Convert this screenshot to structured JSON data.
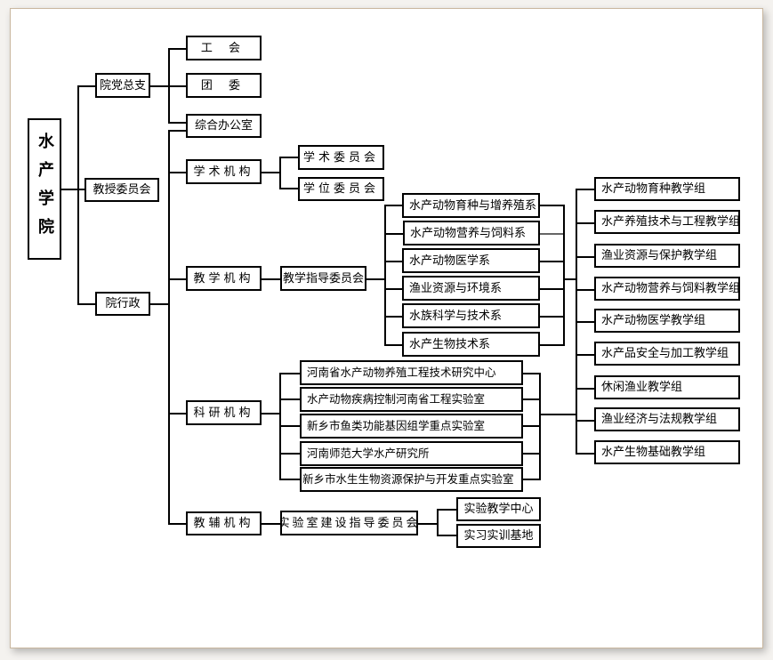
{
  "root": {
    "label": "水产学院"
  },
  "level1": {
    "party": "院党总支",
    "professors": "教授委员会",
    "admin": "院行政"
  },
  "party_children": {
    "union": "工 会",
    "youth": "团 委",
    "office": "综合办公室"
  },
  "admin_children": {
    "academic": "学术机构",
    "teaching": "教学机构",
    "research": "科研机构",
    "support": "教辅机构"
  },
  "academic_children": {
    "academic_committee": "学术委员会",
    "degree_committee": "学位委员会"
  },
  "teaching_committee": "教学指导委员会",
  "departments": [
    "水产动物育种与增养殖系",
    "水产动物营养与饲料系",
    "水产动物医学系",
    "渔业资源与环境系",
    "水族科学与技术系",
    "水产生物技术系"
  ],
  "research_units": [
    "河南省水产动物养殖工程技术研究中心",
    "水产动物疾病控制河南省工程实验室",
    "新乡市鱼类功能基因组学重点实验室",
    "河南师范大学水产研究所",
    "新乡市水生生物资源保护与开发重点实验室"
  ],
  "teaching_groups": [
    "水产动物育种教学组",
    "水产养殖技术与工程教学组",
    "渔业资源与保护教学组",
    "水产动物营养与饲料教学组",
    "水产动物医学教学组",
    "水产品安全与加工教学组",
    "休闲渔业教学组",
    "渔业经济与法规教学组",
    "水产生物基础教学组"
  ],
  "lab_committee": "实验室建设指导委员会",
  "lab_children": {
    "teaching_center": "实验教学中心",
    "practice_base": "实习实训基地"
  }
}
